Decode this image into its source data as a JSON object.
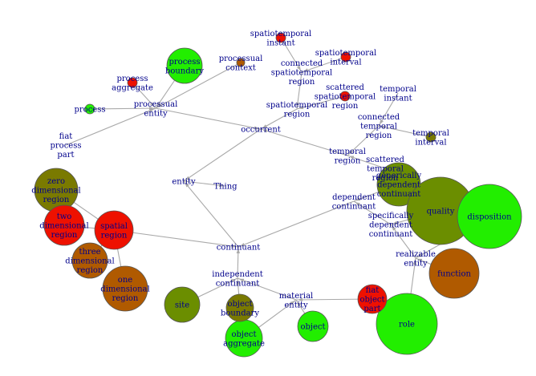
{
  "palette": {
    "bright_green": "#22ee00",
    "olive": "#6b8e00",
    "red": "#ee1100",
    "brown": "#b05a00",
    "dark_olive": "#7a7a00",
    "edge": "#a9a9a9",
    "label": "#00008b"
  },
  "nodes": [
    {
      "id": "thing",
      "label": "Thing"
    },
    {
      "id": "entity",
      "label": "entity"
    },
    {
      "id": "continuant",
      "label": "continuant"
    },
    {
      "id": "occurrent",
      "label": "occurrent"
    },
    {
      "id": "processual_entity",
      "label": "processual\nentity"
    },
    {
      "id": "process",
      "label": "process",
      "color": "bright_green"
    },
    {
      "id": "process_aggregate",
      "label": "process\naggregate",
      "color": "red"
    },
    {
      "id": "process_boundary",
      "label": "process\nboundary",
      "color": "bright_green"
    },
    {
      "id": "processual_context",
      "label": "processual\ncontext",
      "color": "brown"
    },
    {
      "id": "fiat_process_part",
      "label": "fiat\nprocess\npart"
    },
    {
      "id": "spatiotemporal_region",
      "label": "spatiotemporal\nregion"
    },
    {
      "id": "connected_spatiotemporal_region",
      "label": "connected\nspatiotemporal\nregion"
    },
    {
      "id": "spatiotemporal_instant",
      "label": "spatiotemporal\ninstant",
      "color": "red"
    },
    {
      "id": "spatiotemporal_interval",
      "label": "spatiotemporal\ninterval",
      "color": "red"
    },
    {
      "id": "scattered_spatiotemporal_region",
      "label": "scattered\nspatiotemporal\nregion",
      "color": "red"
    },
    {
      "id": "temporal_region",
      "label": "temporal\nregion"
    },
    {
      "id": "connected_temporal_region",
      "label": "connected\ntemporal\nregion"
    },
    {
      "id": "temporal_instant",
      "label": "temporal\ninstant"
    },
    {
      "id": "temporal_interval",
      "label": "temporal\ninterval",
      "color": "dark_olive"
    },
    {
      "id": "scattered_temporal_region",
      "label": "scattered\ntemporal\nregion",
      "color": "olive"
    },
    {
      "id": "generically_dependent_continuant",
      "label": "generically\ndependent\ncontinuant",
      "color": "olive"
    },
    {
      "id": "dependent_continuant",
      "label": "dependent\ncontinuant"
    },
    {
      "id": "specifically_dependent_continuant",
      "label": "specifically\ndependent\ncontinuant"
    },
    {
      "id": "quality",
      "label": "quality",
      "color": "olive"
    },
    {
      "id": "disposition",
      "label": "disposition",
      "color": "bright_green"
    },
    {
      "id": "realizable_entity",
      "label": "realizable\nentity"
    },
    {
      "id": "function",
      "label": "function",
      "color": "brown"
    },
    {
      "id": "role",
      "label": "role",
      "color": "bright_green"
    },
    {
      "id": "independent_continuant",
      "label": "independent\ncontinuant"
    },
    {
      "id": "material_entity",
      "label": "material\nentity"
    },
    {
      "id": "fiat_object_part",
      "label": "fiat\nobject\npart",
      "color": "red"
    },
    {
      "id": "object",
      "label": "object",
      "color": "bright_green"
    },
    {
      "id": "object_aggregate",
      "label": "object\naggregate",
      "color": "bright_green"
    },
    {
      "id": "object_boundary",
      "label": "object\nboundary",
      "color": "dark_olive"
    },
    {
      "id": "site",
      "label": "site",
      "color": "olive"
    },
    {
      "id": "spatial_region",
      "label": "spatial\nregion",
      "color": "red"
    },
    {
      "id": "zero_dimensional_region",
      "label": "zero\ndimensional\nregion",
      "color": "dark_olive"
    },
    {
      "id": "two_dimensional_region",
      "label": "two\ndimensional\nregion",
      "color": "red"
    },
    {
      "id": "three_dimensional_region",
      "label": "three\ndimensional\nregion",
      "color": "brown"
    },
    {
      "id": "one_dimensional_region",
      "label": "one\ndimensional\nregion",
      "color": "brown"
    }
  ],
  "edges": [
    [
      "thing",
      "entity"
    ],
    [
      "entity",
      "continuant"
    ],
    [
      "entity",
      "occurrent"
    ],
    [
      "occurrent",
      "processual_entity"
    ],
    [
      "occurrent",
      "spatiotemporal_region"
    ],
    [
      "occurrent",
      "temporal_region"
    ],
    [
      "processual_entity",
      "process"
    ],
    [
      "processual_entity",
      "process_aggregate"
    ],
    [
      "processual_entity",
      "process_boundary"
    ],
    [
      "processual_entity",
      "processual_context"
    ],
    [
      "processual_entity",
      "fiat_process_part"
    ],
    [
      "spatiotemporal_region",
      "connected_spatiotemporal_region"
    ],
    [
      "spatiotemporal_region",
      "scattered_spatiotemporal_region"
    ],
    [
      "connected_spatiotemporal_region",
      "spatiotemporal_instant"
    ],
    [
      "connected_spatiotemporal_region",
      "spatiotemporal_interval"
    ],
    [
      "temporal_region",
      "connected_temporal_region"
    ],
    [
      "temporal_region",
      "scattered_temporal_region"
    ],
    [
      "connected_temporal_region",
      "temporal_instant"
    ],
    [
      "connected_temporal_region",
      "temporal_interval"
    ],
    [
      "continuant",
      "dependent_continuant"
    ],
    [
      "continuant",
      "independent_continuant"
    ],
    [
      "continuant",
      "spatial_region"
    ],
    [
      "dependent_continuant",
      "generically_dependent_continuant"
    ],
    [
      "dependent_continuant",
      "specifically_dependent_continuant"
    ],
    [
      "specifically_dependent_continuant",
      "quality"
    ],
    [
      "specifically_dependent_continuant",
      "realizable_entity"
    ],
    [
      "realizable_entity",
      "disposition"
    ],
    [
      "realizable_entity",
      "function"
    ],
    [
      "realizable_entity",
      "role"
    ],
    [
      "independent_continuant",
      "material_entity"
    ],
    [
      "independent_continuant",
      "object_boundary"
    ],
    [
      "independent_continuant",
      "site"
    ],
    [
      "material_entity",
      "fiat_object_part"
    ],
    [
      "material_entity",
      "object"
    ],
    [
      "material_entity",
      "object_aggregate"
    ],
    [
      "spatial_region",
      "zero_dimensional_region"
    ],
    [
      "spatial_region",
      "two_dimensional_region"
    ],
    [
      "spatial_region",
      "three_dimensional_region"
    ],
    [
      "spatial_region",
      "one_dimensional_region"
    ]
  ]
}
